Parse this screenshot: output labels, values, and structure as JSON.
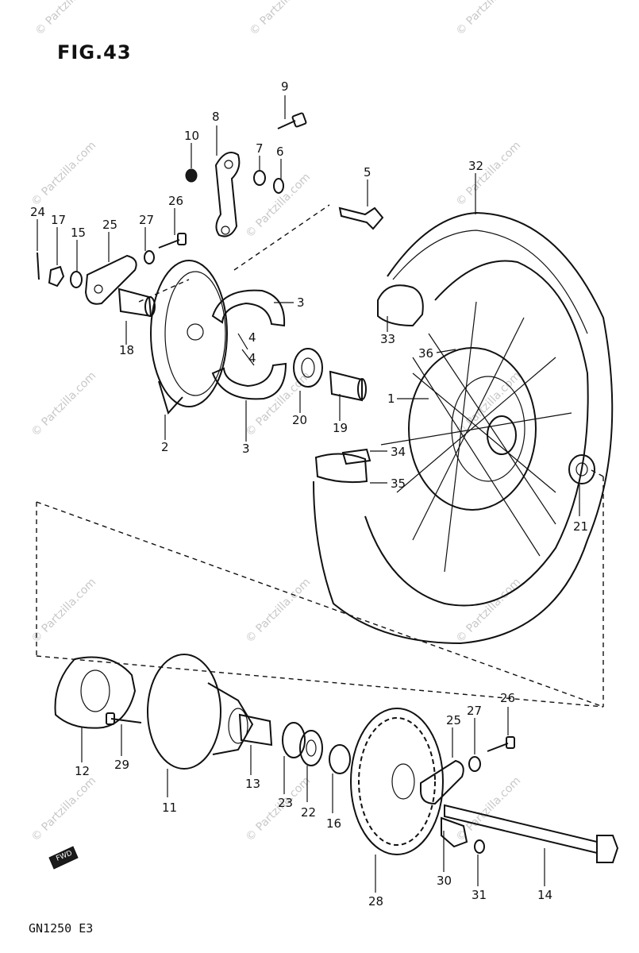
{
  "figure": {
    "title": "FIG.43",
    "model_code": "GN1250 E3"
  },
  "watermark": {
    "text": "© Partzilla.com",
    "color": "#c8c8c8"
  },
  "arrow_label": "FWD",
  "labels": [
    {
      "key": "l9",
      "text": "9"
    },
    {
      "key": "l8",
      "text": "8"
    },
    {
      "key": "l10",
      "text": "10"
    },
    {
      "key": "l7",
      "text": "7"
    },
    {
      "key": "l6",
      "text": "6"
    },
    {
      "key": "l5",
      "text": "5"
    },
    {
      "key": "l32",
      "text": "32"
    },
    {
      "key": "l24",
      "text": "24"
    },
    {
      "key": "l17",
      "text": "17"
    },
    {
      "key": "l15",
      "text": "15"
    },
    {
      "key": "l25a",
      "text": "25"
    },
    {
      "key": "l27a",
      "text": "27"
    },
    {
      "key": "l26a",
      "text": "26"
    },
    {
      "key": "l3a",
      "text": "3"
    },
    {
      "key": "l4a",
      "text": "4"
    },
    {
      "key": "l4b",
      "text": "4"
    },
    {
      "key": "l18",
      "text": "18"
    },
    {
      "key": "l33",
      "text": "33"
    },
    {
      "key": "l36",
      "text": "36"
    },
    {
      "key": "l1",
      "text": "1"
    },
    {
      "key": "l20",
      "text": "20"
    },
    {
      "key": "l19",
      "text": "19"
    },
    {
      "key": "l2",
      "text": "2"
    },
    {
      "key": "l3b",
      "text": "3"
    },
    {
      "key": "l34",
      "text": "34"
    },
    {
      "key": "l35",
      "text": "35"
    },
    {
      "key": "l21",
      "text": "21"
    },
    {
      "key": "l26b",
      "text": "26"
    },
    {
      "key": "l27b",
      "text": "27"
    },
    {
      "key": "l25b",
      "text": "25"
    },
    {
      "key": "l12",
      "text": "12"
    },
    {
      "key": "l29",
      "text": "29"
    },
    {
      "key": "l11",
      "text": "11"
    },
    {
      "key": "l13",
      "text": "13"
    },
    {
      "key": "l23",
      "text": "23"
    },
    {
      "key": "l22",
      "text": "22"
    },
    {
      "key": "l16",
      "text": "16"
    },
    {
      "key": "l28",
      "text": "28"
    },
    {
      "key": "l30",
      "text": "30"
    },
    {
      "key": "l31",
      "text": "31"
    },
    {
      "key": "l14",
      "text": "14"
    }
  ]
}
